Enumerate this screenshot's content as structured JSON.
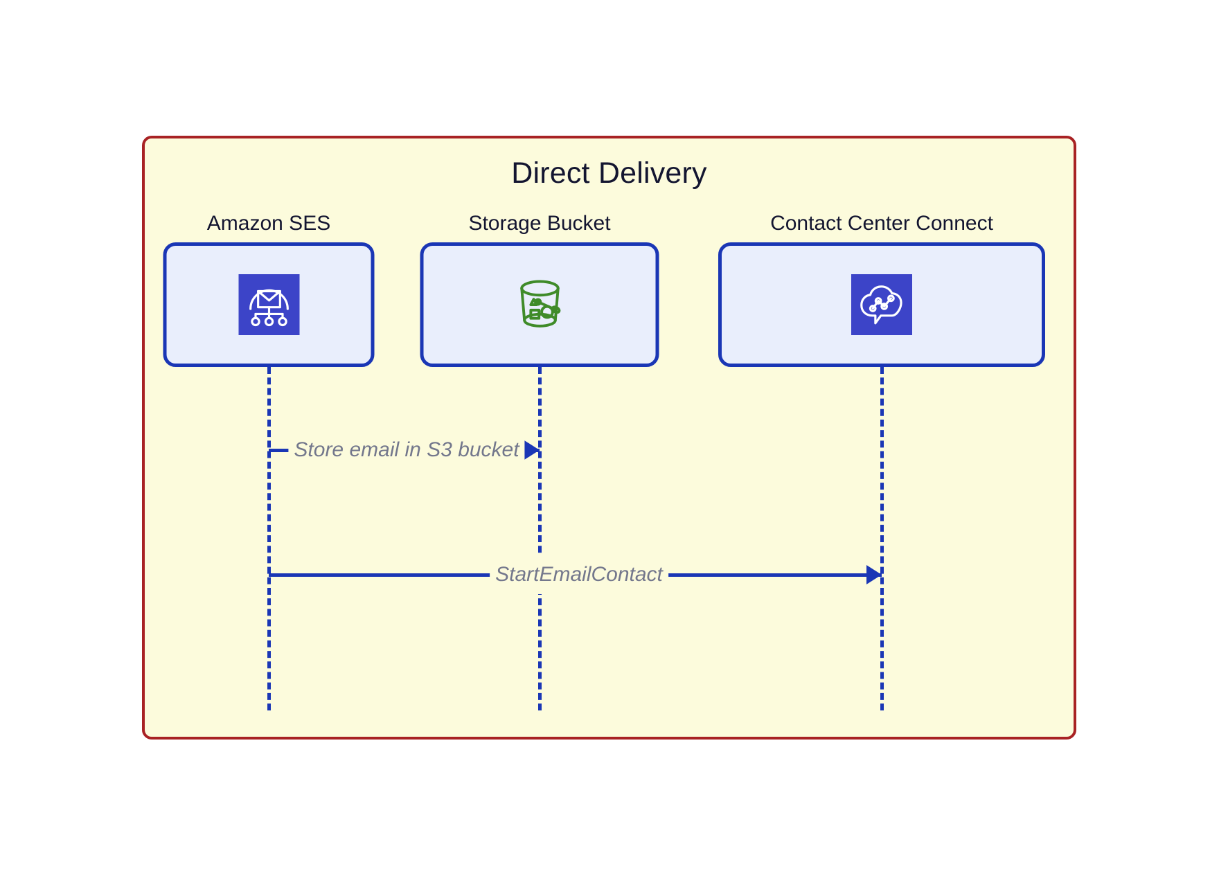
{
  "diagram": {
    "type": "sequence-diagram",
    "title": "Direct Delivery",
    "frame_border_color": "#a82224",
    "frame_fill_color": "#fcfbdc",
    "accent_color": "#1a36b5",
    "box_fill_color": "#e9eefc",
    "message_text_color": "#73778c",
    "title_color": "#131530",
    "participants": [
      {
        "label": "Amazon SES",
        "icon": "amazon-ses-icon",
        "icon_style": "blue-tile",
        "icon_color": "#ffffff",
        "tile_color": "#3c44c8"
      },
      {
        "label": "Storage Bucket",
        "icon": "s3-bucket-icon",
        "icon_style": "plain-tile",
        "icon_color": "#3f8b29",
        "tile_color": "transparent"
      },
      {
        "label": "Contact Center Connect",
        "icon": "amazon-connect-cloud-icon",
        "icon_style": "blue-tile",
        "icon_color": "#ffffff",
        "tile_color": "#3c44c8"
      }
    ],
    "messages": [
      {
        "label": "Store email in S3 bucket",
        "from": "Amazon SES",
        "to": "Storage Bucket",
        "direction": "right",
        "style": "solid"
      },
      {
        "label": "StartEmailContact",
        "from": "Amazon SES",
        "to": "Contact Center Connect",
        "direction": "right",
        "style": "solid"
      }
    ]
  }
}
